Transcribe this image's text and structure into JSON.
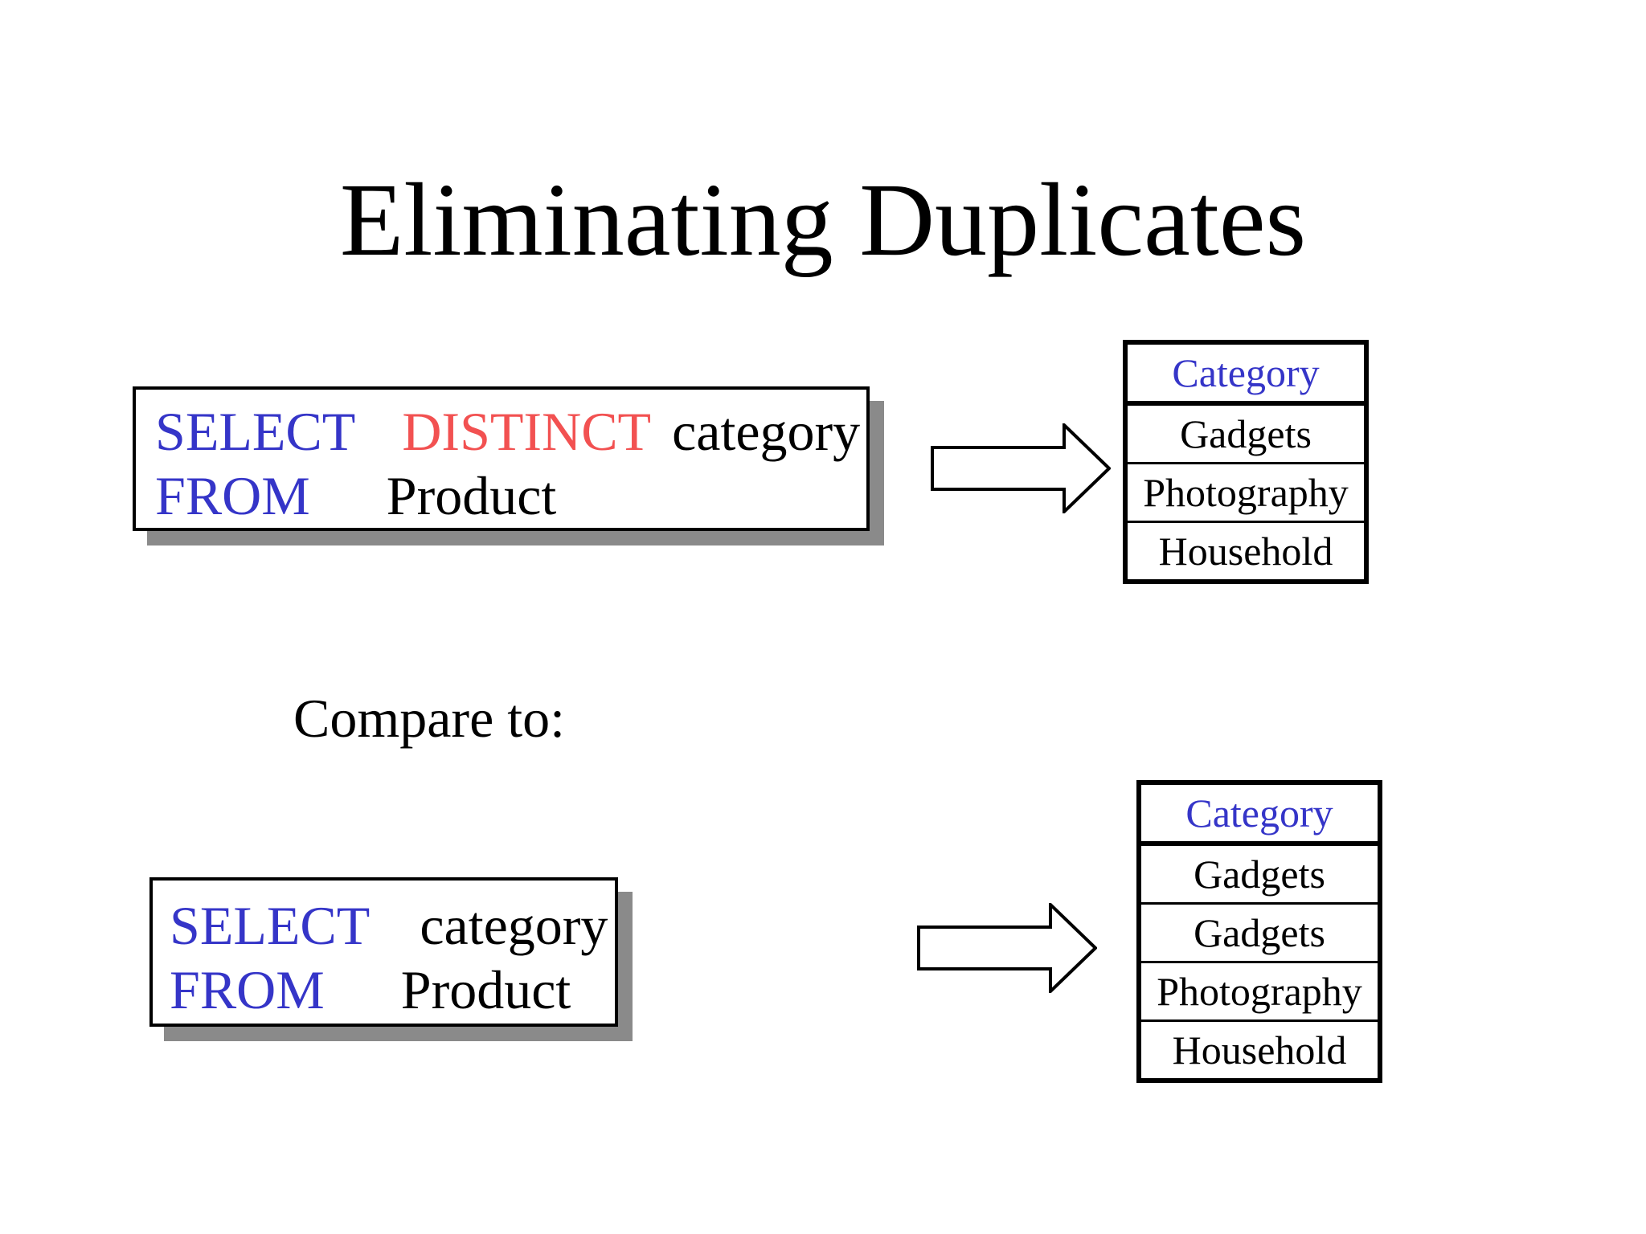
{
  "title": "Eliminating Duplicates",
  "compare_label": "Compare to:",
  "colors": {
    "keyword_blue": "#3535c8",
    "distinct_red": "#f25151",
    "shadow_gray": "#8a8a8a",
    "text_black": "#000000",
    "background": "#ffffff"
  },
  "query1": {
    "select": "SELECT",
    "distinct": "DISTINCT",
    "column": "category",
    "from": "FROM",
    "table": "Product"
  },
  "query2": {
    "select": "SELECT",
    "column": "category",
    "from": "FROM",
    "table": "Product"
  },
  "result1": {
    "header": "Category",
    "rows": [
      "Gadgets",
      "Photography",
      "Household"
    ]
  },
  "result2": {
    "header": "Category",
    "rows": [
      "Gadgets",
      "Gadgets",
      "Photography",
      "Household"
    ]
  },
  "icons": {
    "arrow1": "right-block-arrow",
    "arrow2": "right-block-arrow"
  }
}
